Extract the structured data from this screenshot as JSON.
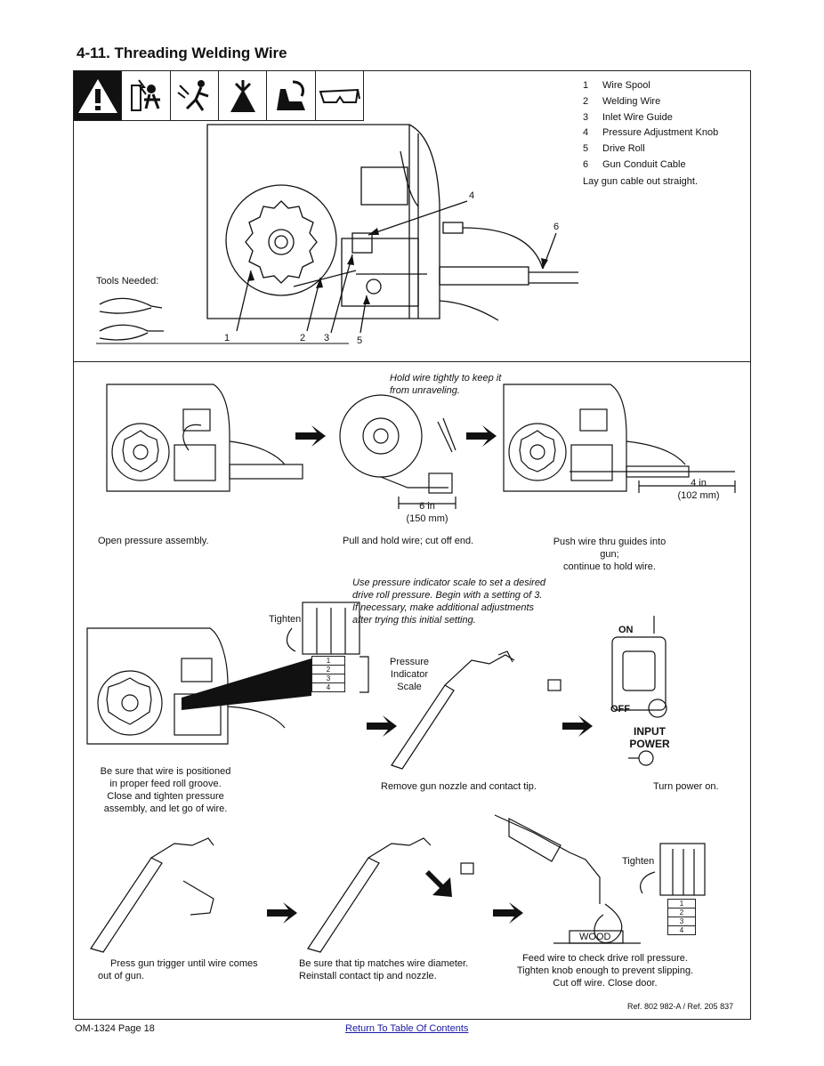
{
  "title": "4-11.  Threading Welding Wire",
  "legend": [
    {
      "num": "1",
      "label": "Wire Spool"
    },
    {
      "num": "2",
      "label": "Welding Wire"
    },
    {
      "num": "3",
      "label": "Inlet Wire Guide"
    },
    {
      "num": "4",
      "label": "Pressure Adjustment Knob"
    },
    {
      "num": "5",
      "label": "Drive Roll"
    },
    {
      "num": "6",
      "label": "Gun Conduit Cable"
    }
  ],
  "legend_note": "Lay gun cable out straight.",
  "tools_needed": "Tools Needed:",
  "callouts": {
    "c1": "1",
    "c2": "2",
    "c3": "3",
    "c4": "4",
    "c5": "5",
    "c6": "6"
  },
  "note_hold": [
    "Hold wire tightly to keep it",
    "from unraveling."
  ],
  "dim_6in": [
    "6 in",
    "(150 mm)"
  ],
  "dim_4in": [
    "4 in",
    "(102 mm)"
  ],
  "step1": "Open pressure assembly.",
  "step2": "Pull and hold wire; cut off end.",
  "step3": [
    "Push wire thru guides into gun;",
    "continue to hold wire."
  ],
  "note_pressure": [
    "Use pressure indicator scale to set a desired",
    "drive roll pressure. Begin with a setting of 3.",
    "If necessary, make additional adjustments",
    "after trying this initial setting."
  ],
  "tighten": "Tighten",
  "scale_values": [
    "1",
    "2",
    "3",
    "4"
  ],
  "pressure_indicator": [
    "Pressure",
    "Indicator",
    "Scale"
  ],
  "switch_on": "ON",
  "switch_off": "OFF",
  "input_power": [
    "INPUT",
    "POWER"
  ],
  "step4": [
    "Be sure that wire is positioned",
    "in proper feed roll groove.",
    "Close and tighten pressure",
    "assembly, and let go of wire."
  ],
  "step5": "Remove gun nozzle and contact tip.",
  "step6": "Turn power on.",
  "step7": [
    "Press gun trigger until wire comes",
    "out of gun."
  ],
  "step8": [
    "Be sure that tip matches wire diameter.",
    "Reinstall contact tip and nozzle."
  ],
  "step9": [
    "Feed wire to check drive roll pressure.",
    "Tighten knob enough to prevent slipping.",
    "Cut off wire. Close door."
  ],
  "wood": "WOOD",
  "reference": "Ref. 802 982-A / Ref. 205 837",
  "page_label": "OM-1324 Page 18",
  "toc_link": "Return To Table Of Contents",
  "hazard_icons": [
    "warning-icon",
    "electric-shock-icon",
    "moving-parts-icon",
    "pinch-point-icon",
    "hand-crush-icon",
    "safety-glasses-icon"
  ]
}
